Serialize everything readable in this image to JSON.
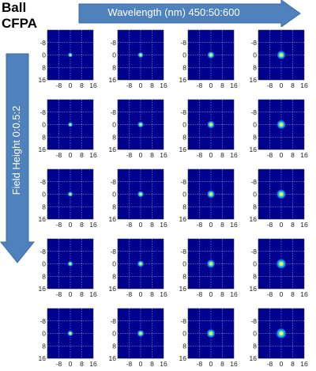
{
  "title_lines": [
    "Ball",
    "CFPA"
  ],
  "wavelength_label": "Wavelength (nm) 450:50:600",
  "field_height_label": "Field Height 0:0.5:2",
  "colors": {
    "arrow_fill": "#4f81bd",
    "arrow_stroke": "#3a6aa5",
    "plot_bg": "#00008f",
    "grid": "#ffffff",
    "spot_core": "#ffff40",
    "spot_mid": "#30ff90",
    "spot_outer": "#1c7fff"
  },
  "chart_data": {
    "type": "heatmap",
    "rows": 5,
    "cols": 4,
    "x_ticks": [
      "-8",
      "0",
      "8",
      "16"
    ],
    "y_ticks": [
      "-8",
      "0",
      "8",
      "16"
    ],
    "xlim": [
      -16,
      16
    ],
    "ylim": [
      -16,
      16
    ],
    "grid": true,
    "spot_center": [
      0,
      0
    ],
    "spot_size_by_col": [
      1.0,
      1.2,
      1.5,
      1.8
    ],
    "spot_size_by_row": [
      1.0,
      1.05,
      1.1,
      1.15,
      1.2
    ]
  }
}
